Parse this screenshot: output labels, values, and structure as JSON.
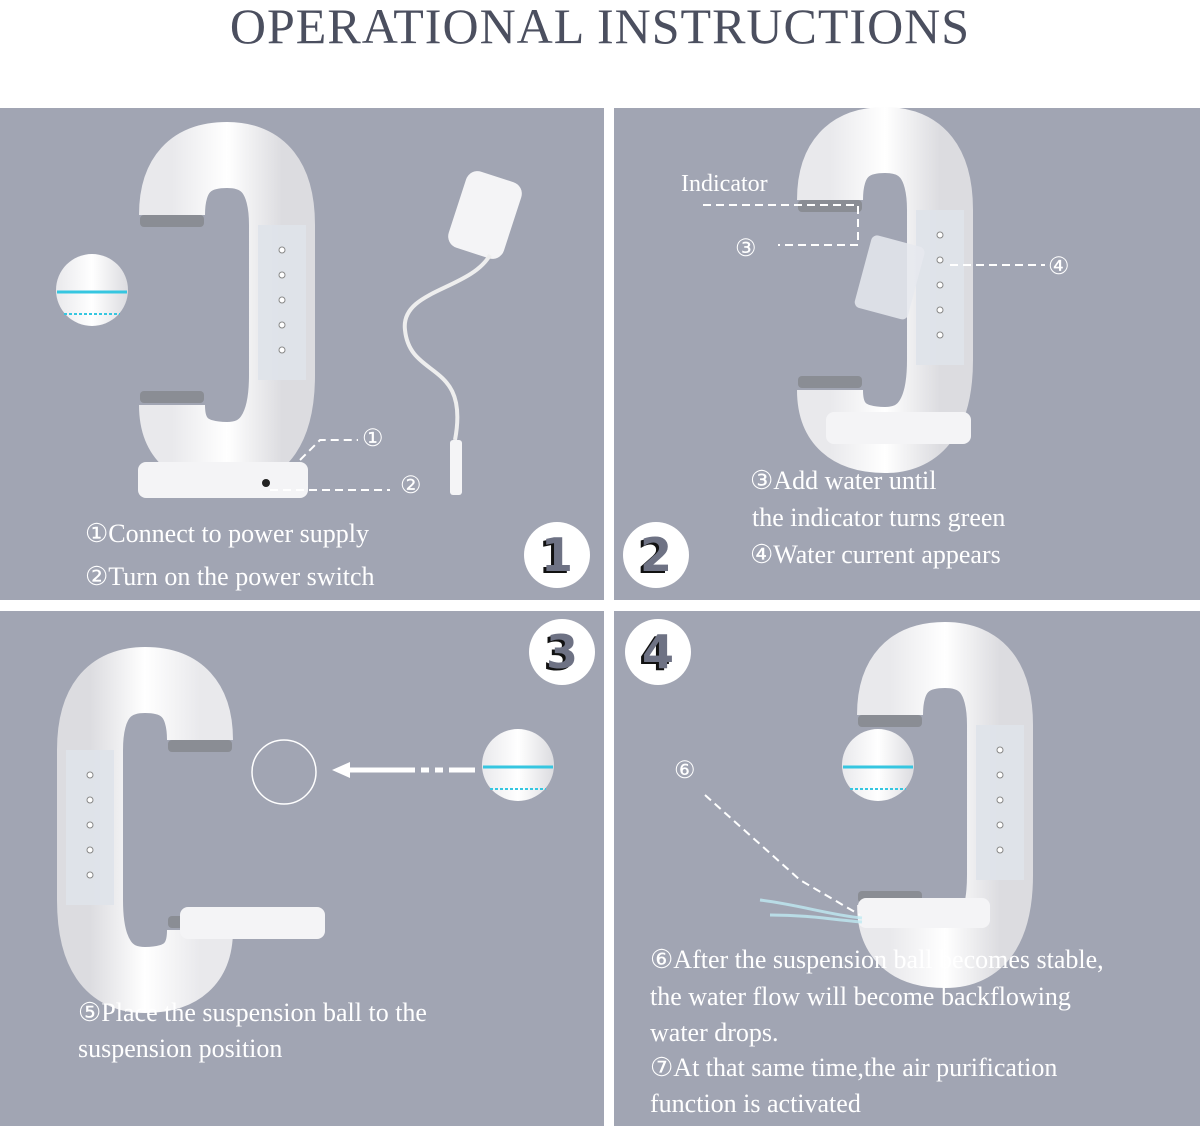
{
  "title": "OPERATIONAL INSTRUCTIONS",
  "panels": [
    {
      "step": "1",
      "callouts": [
        "①",
        "②"
      ],
      "lines": [
        "①Connect to power supply",
        "②Turn on the power switch"
      ]
    },
    {
      "step": "2",
      "indicator_label": "Indicator",
      "callouts": [
        "③",
        "④"
      ],
      "lines": [
        "③Add water until",
        "the indicator turns green",
        "④Water current appears"
      ]
    },
    {
      "step": "3",
      "lines": [
        "⑤Place the suspension ball to the",
        "suspension position"
      ]
    },
    {
      "step": "4",
      "callouts": [
        "⑥"
      ],
      "lines": [
        "⑥After the suspension ball becomes stable,",
        "the water flow will become backflowing",
        "water drops.",
        "⑦At that same time,the air purification",
        "function is activated"
      ]
    }
  ],
  "colors": {
    "panel": "#a1a5b3",
    "title": "#4b4f5f",
    "ring": "#36c6e0"
  }
}
